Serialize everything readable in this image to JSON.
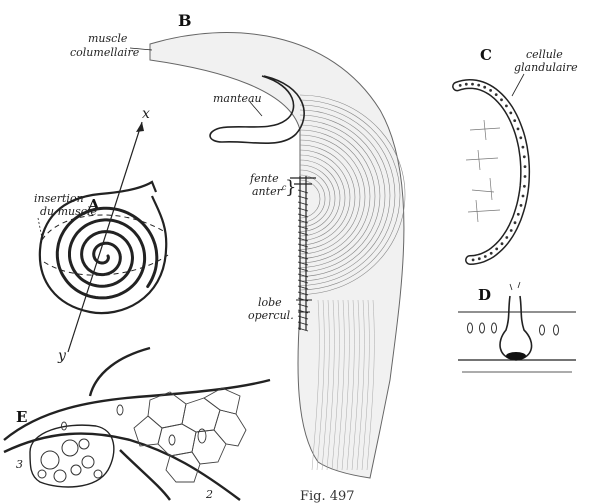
{
  "panels": {
    "A": {
      "letter": "A",
      "labels": {
        "insertion": "insertion",
        "du_muscle": "du muscle",
        "x_axis": "x",
        "y_axis": "y"
      }
    },
    "B": {
      "letter": "B",
      "labels": {
        "muscle": "muscle",
        "columellaire": "columellaire",
        "manteau": "manteau",
        "fente": "fente",
        "anter": "anter",
        "anter_superscript": "c",
        "lobe": "lobe",
        "opercul": "opercul."
      }
    },
    "C": {
      "letter": "C",
      "labels": {
        "cellule": "cellule",
        "glandulaire": "glandulaire"
      }
    },
    "D": {
      "letter": "D"
    },
    "E": {
      "letter": "E",
      "labels": {
        "num_2": "2",
        "num_3": "3"
      }
    }
  },
  "caption": "Fig. 497"
}
